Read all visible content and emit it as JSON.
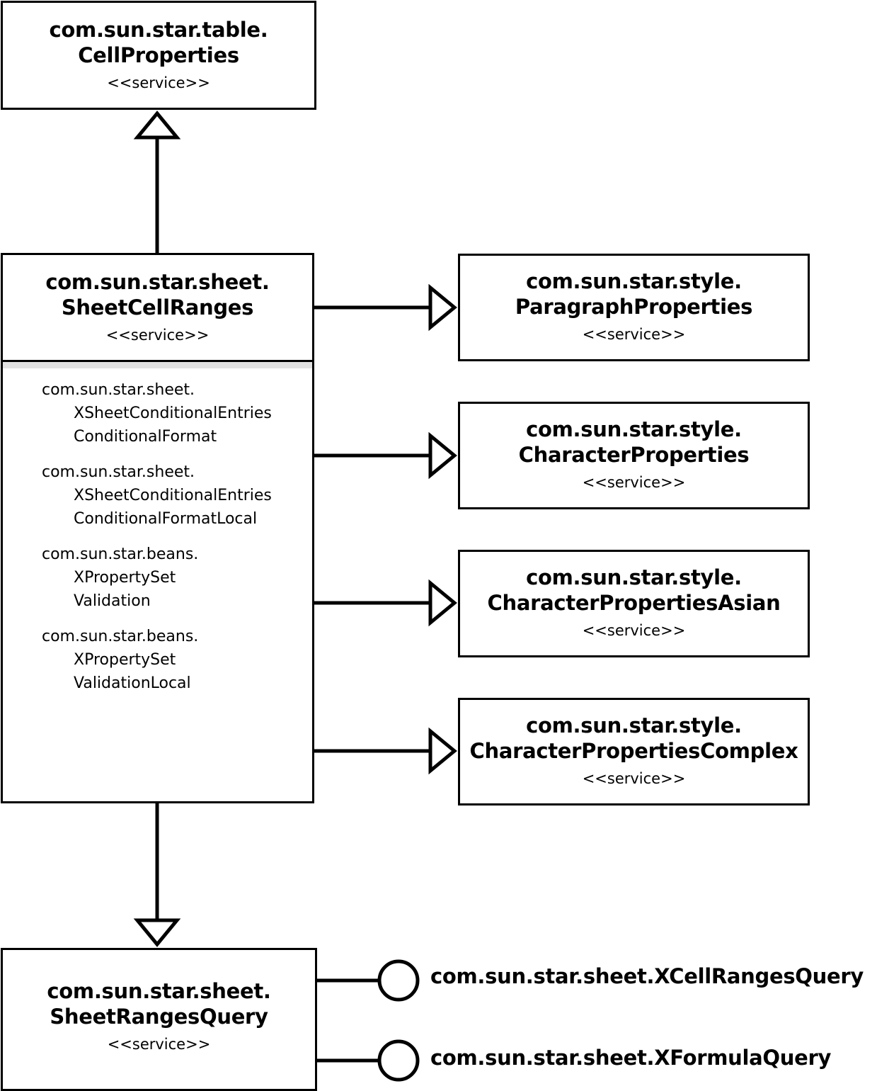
{
  "diagram": {
    "services": {
      "cell_properties": {
        "module": "com.sun.star.table.",
        "name": "CellProperties",
        "stereotype": "<<service>>"
      },
      "sheet_cell_ranges": {
        "module": "com.sun.star.sheet.",
        "name": "SheetCellRanges",
        "stereotype": "<<service>>"
      },
      "paragraph_properties": {
        "module": "com.sun.star.style.",
        "name": "ParagraphProperties",
        "stereotype": "<<service>>"
      },
      "character_properties": {
        "module": "com.sun.star.style.",
        "name": "CharacterProperties",
        "stereotype": "<<service>>"
      },
      "character_properties_asian": {
        "module": "com.sun.star.style.",
        "name": "CharacterPropertiesAsian",
        "stereotype": "<<service>>"
      },
      "character_properties_complex": {
        "module": "com.sun.star.style.",
        "name": "CharacterPropertiesComplex",
        "stereotype": "<<service>>"
      },
      "sheet_ranges_query": {
        "module": "com.sun.star.sheet.",
        "name": "SheetRangesQuery",
        "stereotype": "<<service>>"
      }
    },
    "properties": [
      {
        "module": "com.sun.star.sheet.",
        "type": "XSheetConditionalEntries",
        "name": "ConditionalFormat"
      },
      {
        "module": "com.sun.star.sheet.",
        "type": "XSheetConditionalEntries",
        "name": "ConditionalFormatLocal"
      },
      {
        "module": "com.sun.star.beans.",
        "type": "XPropertySet",
        "name": "Validation"
      },
      {
        "module": "com.sun.star.beans.",
        "type": "XPropertySet",
        "name": "ValidationLocal"
      }
    ],
    "interfaces": [
      {
        "name": "com.sun.star.sheet.XCellRangesQuery"
      },
      {
        "name": "com.sun.star.sheet.XFormulaQuery"
      }
    ]
  }
}
